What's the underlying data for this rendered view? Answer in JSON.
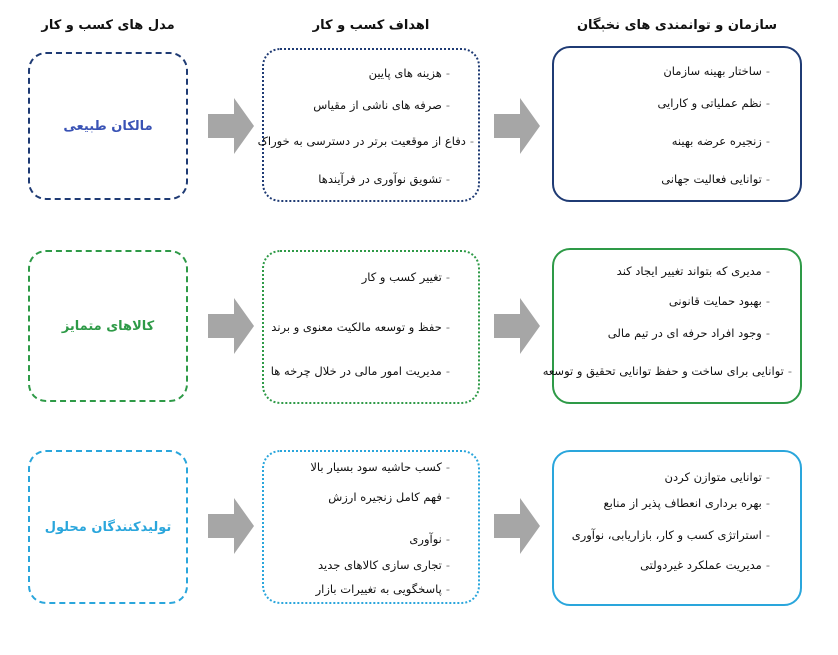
{
  "headers": {
    "models": "مدل های کسب و کار",
    "goals": "اهداف کسب و کار",
    "capabilities": "سازمان و توانمندی های نخبگان"
  },
  "colors": {
    "row1": "#1f3b74",
    "row2": "#2e9a47",
    "row3": "#2aa6dc",
    "arrow": "#a6a6a6",
    "label1": "#3a53b5",
    "label2": "#2e9a47",
    "label3": "#2aa6dc"
  },
  "rows": [
    {
      "model": "مالکان طبیعی",
      "goals": [
        "هزینه های پایین",
        "صرفه های ناشی از مقیاس",
        "دفاع از موقعیت برتر در دسترسی به خوراک",
        "تشویق نوآوری در فرآیندها"
      ],
      "capabilities": [
        "ساختار بهینه سازمان",
        "نظم عملیاتی و کارایی",
        "زنجیره عرضه بهینه",
        "توانایی فعالیت جهانی"
      ]
    },
    {
      "model": "کالاهای متمایز",
      "goals": [
        "تغییر کسب و کار",
        "حفظ و توسعه مالکیت معنوی و برند",
        "مدیریت امور مالی در خلال چرخه ها"
      ],
      "capabilities": [
        "مدیری که بتواند تغییر ایجاد کند",
        "بهبود حمایت قانونی",
        "وجود افراد حرفه ای در تیم مالی",
        "توانایی برای ساخت و حفظ توانایی تحقیق و توسعه"
      ]
    },
    {
      "model": "تولیدکنندگان محلول",
      "goals": [
        "کسب حاشیه سود بسیار بالا",
        "فهم کامل زنجیره ارزش",
        "نوآوری",
        "تجاری سازی کالاهای جدید",
        "پاسخگویی به تغییرات بازار"
      ],
      "capabilities": [
        "توانایی متوازن کردن",
        "بهره برداری انعطاف پذیر از منابع",
        "استراتژی کسب و کار، بازاریابی، نوآوری",
        "مدیریت عملکرد غیردولتی"
      ]
    }
  ]
}
